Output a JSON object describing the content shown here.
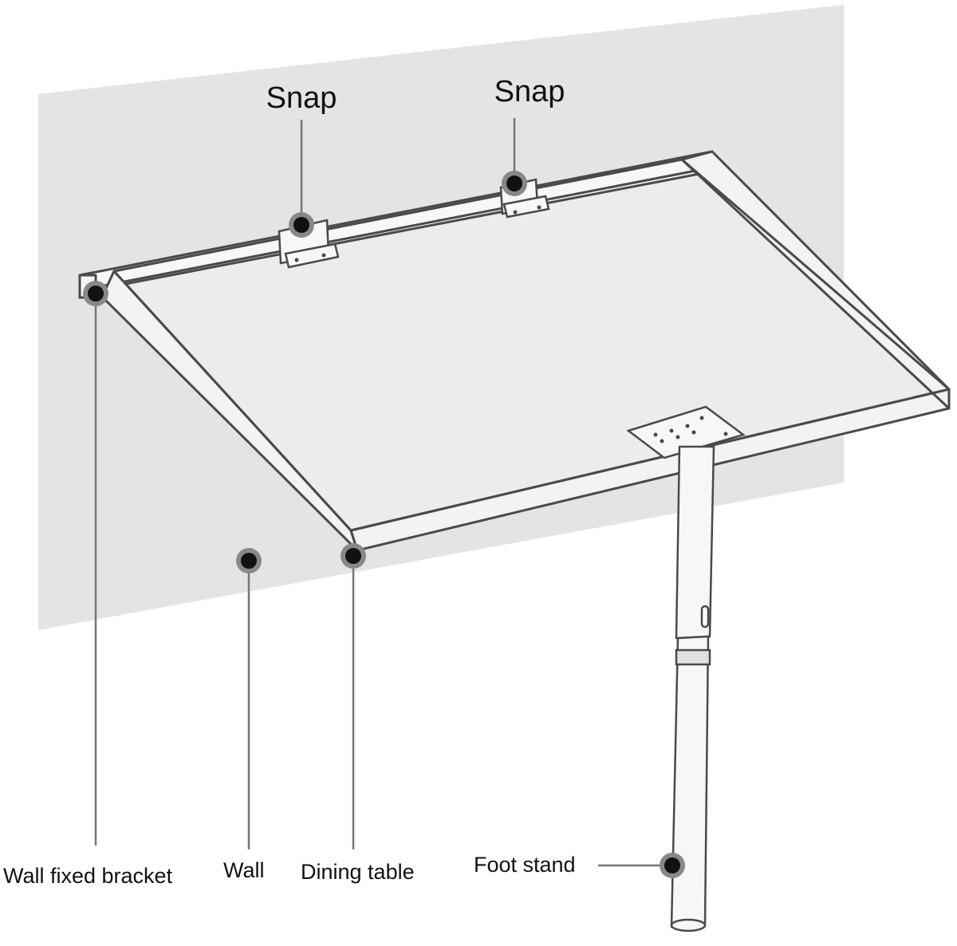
{
  "labels": {
    "snap_left": "Snap",
    "snap_right": "Snap",
    "wall_fixed_bracket": "Wall fixed bracket",
    "wall": "Wall",
    "dining_table": "Dining table",
    "foot_stand": "Foot stand"
  },
  "colors": {
    "wall_panel": "#e4e4e4",
    "outline": "#4a4a4a",
    "leader_line": "#777777",
    "marker": "#111111"
  }
}
